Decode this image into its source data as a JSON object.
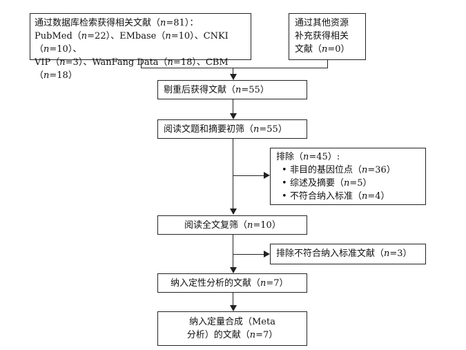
{
  "boxes": {
    "db_search": {
      "line1": "通过数据库检索获得相关文献（n=81）：",
      "line2": "PubMed（n=22）、EMbase（n=10）、CNKI（n=10）、",
      "line3": "VIP（n=3）、WanFang Data（n=18）、CBM（n=18）"
    },
    "other_sources": {
      "line1": "通过其他资源",
      "line2": "补充获得相关",
      "line3": "文献（n=0）"
    },
    "dedup": "剔重后获得文献（n=55）",
    "screen_title": "阅读文题和摘要初筛（n=55）",
    "exclude_1": {
      "header": "排除（n=45）:",
      "items": [
        "非目的基因位点（n=36）",
        "综述及摘要（n=5）",
        "不符合纳入标准（n=4）"
      ]
    },
    "fulltext": "阅读全文复筛（n=10）",
    "exclude_2": "排除不符合纳入标准文献（n=3）",
    "qualitative": "纳入定性分析的文献（n=7）",
    "quantitative": {
      "line1": "纳入定量合成（Meta",
      "line2": "分析）的文献（n=7）"
    }
  }
}
